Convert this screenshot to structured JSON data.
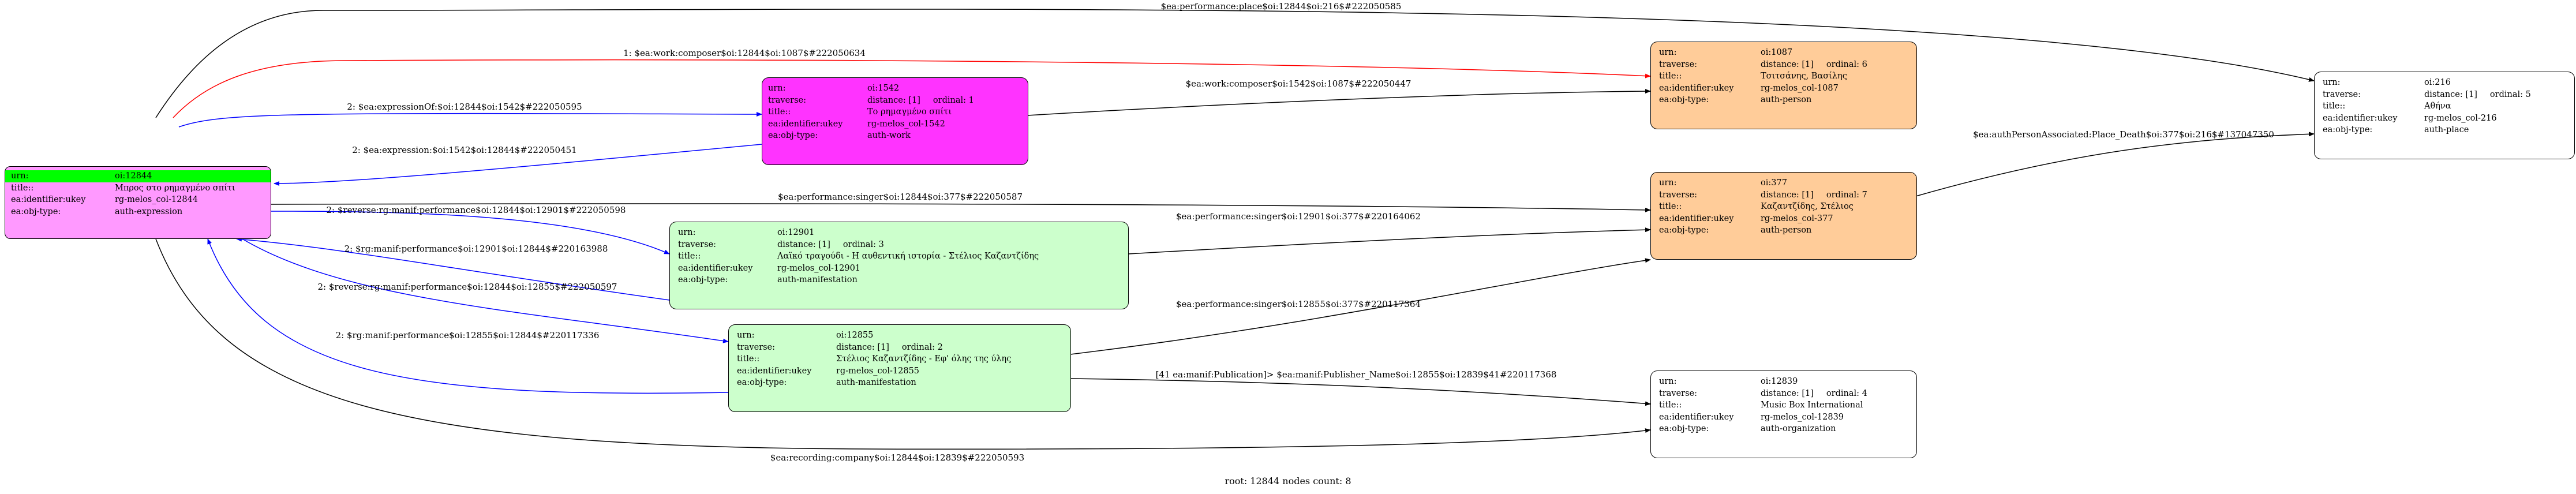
{
  "nodes": {
    "n12844": {
      "color": "#ff99ff",
      "rows": [
        {
          "k": "urn:",
          "v": "oi:12844"
        },
        {
          "k": "title::",
          "v": "Μπρος στο ρημαγμένο σπίτι"
        },
        {
          "k": "ea:identifier:ukey",
          "v": "rg-melos_col-12844"
        },
        {
          "k": "ea:obj-type:",
          "v": "auth-expression"
        }
      ]
    },
    "n1542": {
      "color": "#ff33ff",
      "rows": [
        {
          "k": "urn:",
          "v": "oi:1542"
        },
        {
          "k": "traverse:",
          "v": "distance: [1]",
          "v2": "ordinal: 1"
        },
        {
          "k": "title::",
          "v": "Το ρημαγμένο σπίτι"
        },
        {
          "k": "ea:identifier:ukey",
          "v": "rg-melos_col-1542"
        },
        {
          "k": "ea:obj-type:",
          "v": "auth-work"
        }
      ]
    },
    "n12901": {
      "color": "#ccffcc",
      "rows": [
        {
          "k": "urn:",
          "v": "oi:12901"
        },
        {
          "k": "traverse:",
          "v": "distance: [1]",
          "v2": "ordinal: 3"
        },
        {
          "k": "title::",
          "v": "Λαϊκό τραγούδι - Η αυθεντική ιστορία - Στέλιος Καζαντζίδης"
        },
        {
          "k": "ea:identifier:ukey",
          "v": "rg-melos_col-12901"
        },
        {
          "k": "ea:obj-type:",
          "v": "auth-manifestation"
        }
      ]
    },
    "n12855": {
      "color": "#ccffcc",
      "rows": [
        {
          "k": "urn:",
          "v": "oi:12855"
        },
        {
          "k": "traverse:",
          "v": "distance: [1]",
          "v2": "ordinal: 2"
        },
        {
          "k": "title::",
          "v": "Στέλιος Καζαντζίδης - Εφ' όλης της ύλης"
        },
        {
          "k": "ea:identifier:ukey",
          "v": "rg-melos_col-12855"
        },
        {
          "k": "ea:obj-type:",
          "v": "auth-manifestation"
        }
      ]
    },
    "n1087": {
      "color": "#ffcc99",
      "rows": [
        {
          "k": "urn:",
          "v": "oi:1087"
        },
        {
          "k": "traverse:",
          "v": "distance: [1]",
          "v2": "ordinal: 6"
        },
        {
          "k": "title::",
          "v": "Τσιτσάνης, Βασίλης"
        },
        {
          "k": "ea:identifier:ukey",
          "v": "rg-melos_col-1087"
        },
        {
          "k": "ea:obj-type:",
          "v": "auth-person"
        }
      ]
    },
    "n377": {
      "color": "#ffcc99",
      "rows": [
        {
          "k": "urn:",
          "v": "oi:377"
        },
        {
          "k": "traverse:",
          "v": "distance: [1]",
          "v2": "ordinal: 7"
        },
        {
          "k": "title::",
          "v": "Καζαντζίδης, Στέλιος"
        },
        {
          "k": "ea:identifier:ukey",
          "v": "rg-melos_col-377"
        },
        {
          "k": "ea:obj-type:",
          "v": "auth-person"
        }
      ]
    },
    "n12839": {
      "color": "#ffffff",
      "rows": [
        {
          "k": "urn:",
          "v": "oi:12839"
        },
        {
          "k": "traverse:",
          "v": "distance: [1]",
          "v2": "ordinal: 4"
        },
        {
          "k": "title::",
          "v": "Music Box International"
        },
        {
          "k": "ea:identifier:ukey",
          "v": "rg-melos_col-12839"
        },
        {
          "k": "ea:obj-type:",
          "v": "auth-organization"
        }
      ]
    },
    "n216": {
      "color": "#ffffff",
      "rows": [
        {
          "k": "urn:",
          "v": "oi:216"
        },
        {
          "k": "traverse:",
          "v": "distance: [1]",
          "v2": "ordinal: 5"
        },
        {
          "k": "title::",
          "v": "Αθήνα"
        },
        {
          "k": "ea:identifier:ukey",
          "v": "rg-melos_col-216"
        },
        {
          "k": "ea:obj-type:",
          "v": "auth-place"
        }
      ]
    }
  },
  "edges": [
    {
      "label": "$ea:performance:place$oi:12844$oi:216$#222050585",
      "color": "#000000"
    },
    {
      "label": "1: $ea:work:composer$oi:12844$oi:1087$#222050634",
      "color": "#ff0000"
    },
    {
      "label": "2: $ea:expressionOf:$oi:12844$oi:1542$#222050595",
      "color": "#0000ff"
    },
    {
      "label": "2: $ea:expression:$oi:1542$oi:12844$#222050451",
      "color": "#0000ff"
    },
    {
      "label": "$ea:work:composer$oi:1542$oi:1087$#222050447",
      "color": "#000000"
    },
    {
      "label": "$ea:authPersonAssociated:Place_Death$oi:377$oi:216$#137047350",
      "color": "#000000"
    },
    {
      "label": "$ea:performance:singer$oi:12844$oi:377$#222050587",
      "color": "#000000"
    },
    {
      "label": "2: $reverse:rg:manif:performance$oi:12844$oi:12901$#222050598",
      "color": "#0000ff"
    },
    {
      "label": "2: $rg:manif:performance$oi:12901$oi:12844$#220163988",
      "color": "#0000ff"
    },
    {
      "label": "$ea:performance:singer$oi:12901$oi:377$#220164062",
      "color": "#000000"
    },
    {
      "label": "$ea:performance:singer$oi:12855$oi:377$#220117364",
      "color": "#000000"
    },
    {
      "label": "2: $reverse:rg:manif:performance$oi:12844$oi:12855$#222050597",
      "color": "#0000ff"
    },
    {
      "label": "2: $rg:manif:performance$oi:12855$oi:12844$#220117336",
      "color": "#0000ff"
    },
    {
      "label": "[41 ea:manif:Publication]> $ea:manif:Publisher_Name$oi:12855$oi:12839$41#220117368",
      "color": "#000000"
    },
    {
      "label": "$ea:recording:company$oi:12844$oi:12839$#222050593",
      "color": "#000000"
    }
  ],
  "caption": "root: 12844 nodes count: 8"
}
